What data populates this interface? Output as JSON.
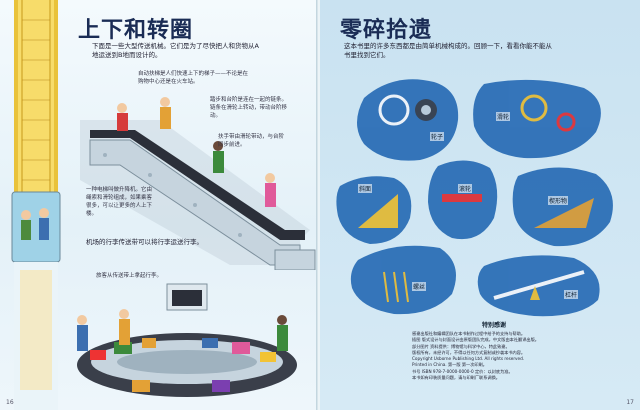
{
  "left_page": {
    "title": "上下和转圈",
    "intro": "下面是一些大型传送机械。它们是为了尽快把人和货物从A地运送到B地而设计的。",
    "escalator_caption": "自动扶梯是人们快速上下的梯子——不论是在购物中心还是在火车站。",
    "step_caption": "踏步和台阶是连在一起的链条。链条在滑轮上转动，带动台阶移动。",
    "handrail_caption": "扶手带由滑轮带动，与台阶同步前进。",
    "elevator_caption": "一种电梯叫做升降机。它由绳索和滑轮组成，如果乘客很多，可以让更多的人上下楼。",
    "baggage_caption": "机场的行李传送带可以将行李运送行李。",
    "carousel_caption": "旅客从传送带上拿起行李。",
    "page_number": "16"
  },
  "right_page": {
    "title": "零碎拾遗",
    "intro": "这本书里的许多东西都是由简单机械构成的。回顾一下，看看你能不能从书里找到它们。",
    "parts": [
      {
        "label": "轮子"
      },
      {
        "label": "滑轮"
      },
      {
        "label": "斜面"
      },
      {
        "label": "滚轮"
      },
      {
        "label": "楔形物"
      },
      {
        "label": "螺丝"
      },
      {
        "label": "杠杆"
      }
    ],
    "credits": {
      "title": "特别感谢",
      "lines": [
        "感谢出版社和编辑团队在本书制作过程中给予的支持与帮助。",
        "插图 版式设计与封面设计由原版团队完成，中文版由本社翻译出版。",
        "部分图片 资料提供：博物馆与科学中心，特此致谢。",
        "版权所有，未经许可，不得以任何方式复制或抄袭本书内容。",
        "Copyright Usborne Publishing Ltd. All rights reserved.",
        "Printed in China. 第一版 第一次印刷。",
        "书号 ISBN 978-7-0000-0000-0 定价：以封底为准。",
        "本书如有印装质量问题，请与印刷厂联系调换。"
      ]
    },
    "page_number": "17"
  },
  "colors": {
    "title": "#1a2c55",
    "blob_fill": "#2c6fb6",
    "escalator_metal": "#b7c7d2",
    "elevator_yellow": "#f2c335",
    "carousel_belt": "#3a3f4a"
  },
  "icons": [
    "wheel-icon",
    "pulley-icon",
    "ramp-icon",
    "roller-icon",
    "wedge-icon",
    "screw-icon",
    "lever-icon",
    "escalator-illustration",
    "elevator-illustration",
    "baggage-carousel-illustration"
  ]
}
